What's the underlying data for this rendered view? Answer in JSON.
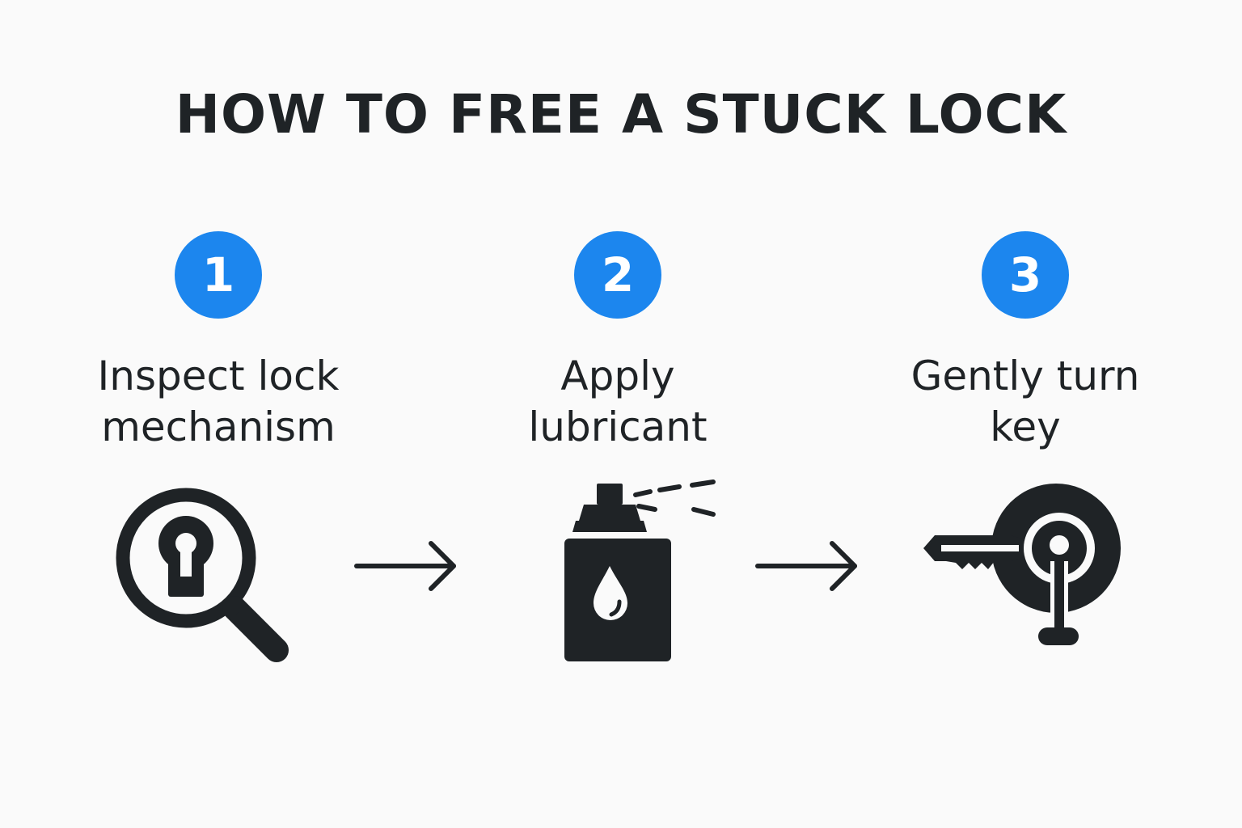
{
  "title": "HOW TO FREE A STUCK LOCK",
  "accent_color": "#1c86ee",
  "icon_color": "#1f2326",
  "steps": [
    {
      "number": "1",
      "label": "Inspect lock\nmechanism",
      "icon": "magnifier-keyhole-icon"
    },
    {
      "number": "2",
      "label": "Apply\nlubricant",
      "icon": "lubricant-spray-can-icon"
    },
    {
      "number": "3",
      "label": "Gently turn\nkey",
      "icon": "key-in-lock-icon"
    }
  ],
  "connectors": [
    "arrow-right-icon",
    "arrow-right-icon"
  ]
}
